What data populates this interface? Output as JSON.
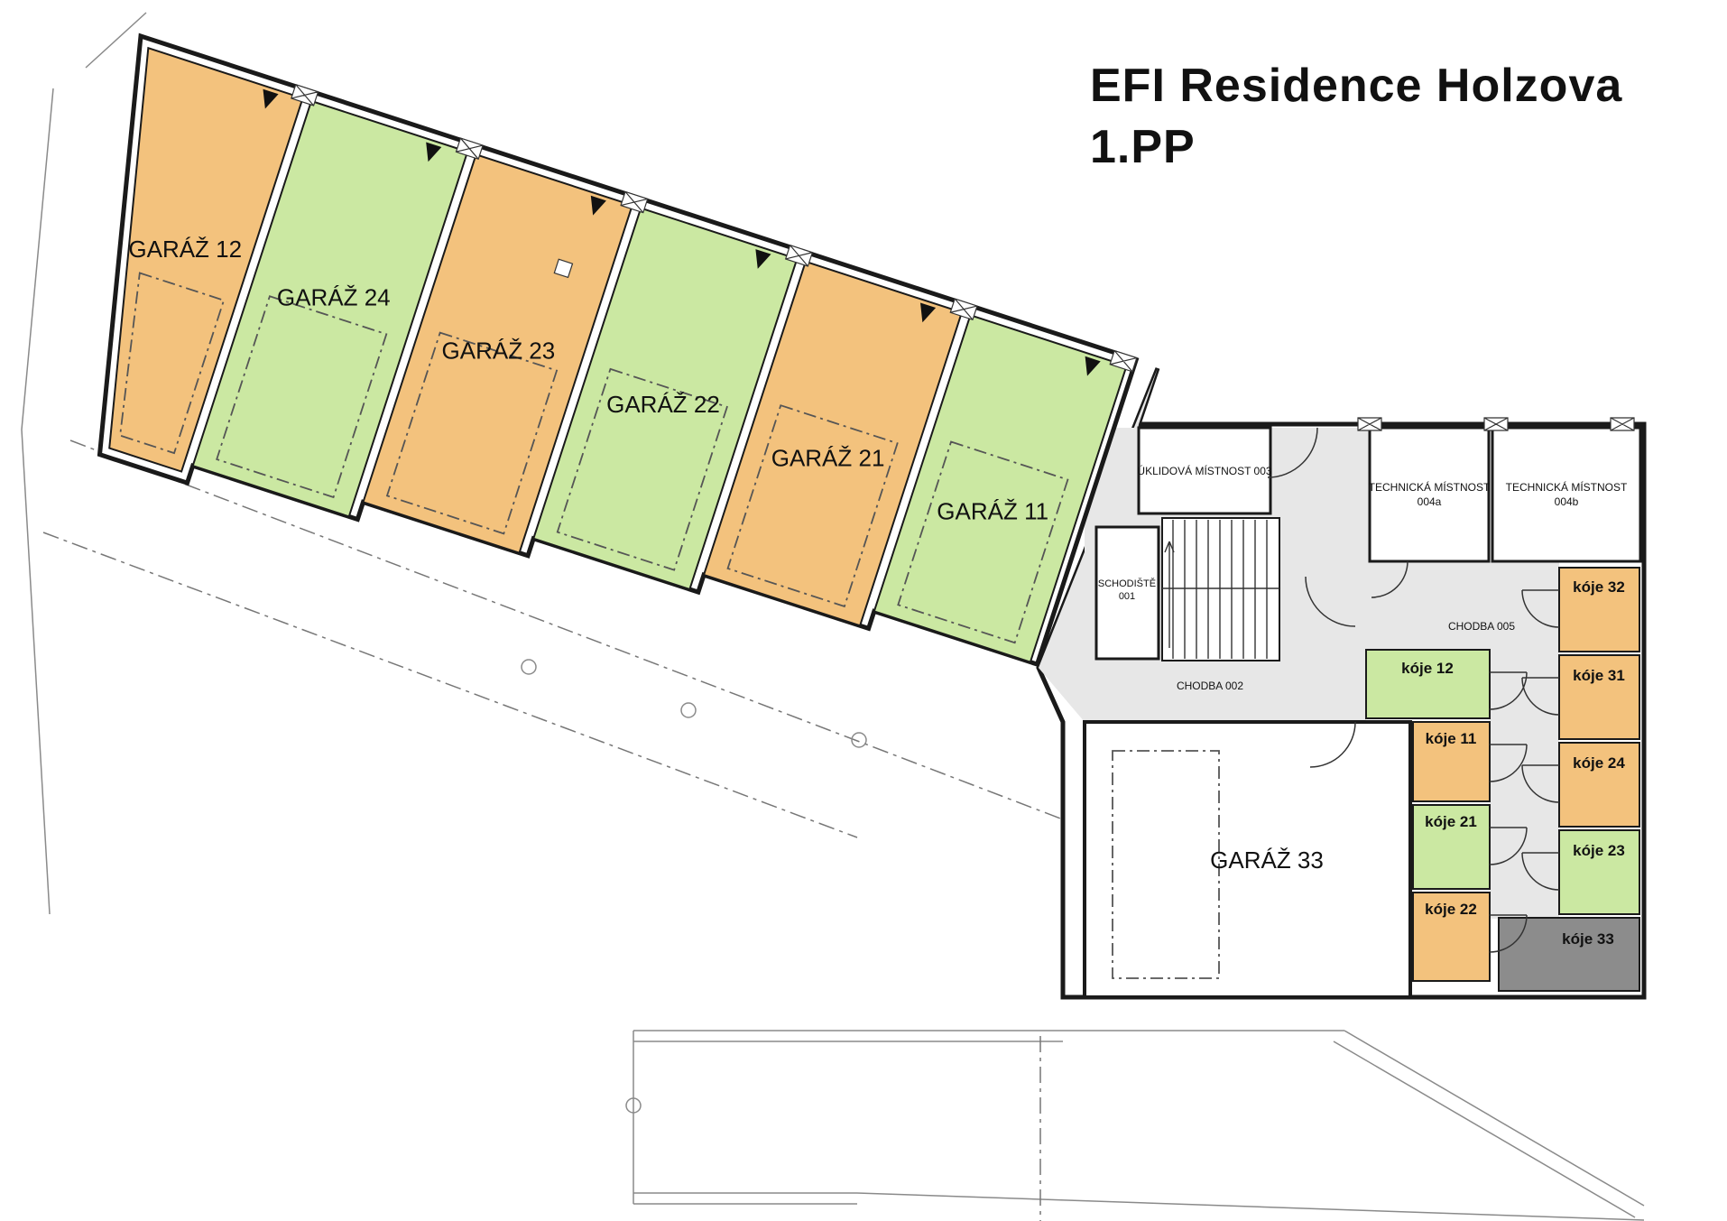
{
  "title": {
    "line1": "EFI Residence Holzova",
    "line2": "1.PP"
  },
  "colors": {
    "orange": "#f3c27d",
    "green": "#cbe8a2",
    "koje_gray": "#8c8c8c",
    "corridor": "#e7e7e7"
  },
  "garages": [
    {
      "label": "GARÁŽ 12",
      "color": "#f3c27d"
    },
    {
      "label": "GARÁŽ 24",
      "color": "#cbe8a2"
    },
    {
      "label": "GARÁŽ 23",
      "color": "#f3c27d"
    },
    {
      "label": "GARÁŽ 22",
      "color": "#cbe8a2"
    },
    {
      "label": "GARÁŽ 21",
      "color": "#f3c27d"
    },
    {
      "label": "GARÁŽ 11",
      "color": "#cbe8a2"
    }
  ],
  "garage33": {
    "label": "GARÁŽ  33"
  },
  "rooms": {
    "uklidova": {
      "label": "ÚKLIDOVÁ MÍSTNOST 003"
    },
    "technicka_a": {
      "line1": "TECHNICKÁ MÍSTNOST",
      "line2": "004a"
    },
    "technicka_b": {
      "line1": "TECHNICKÁ MÍSTNOST",
      "line2": "004b"
    },
    "schodiste": {
      "line1": "SCHODIŠTĚ",
      "line2": "001"
    },
    "chodba_002": {
      "label": "CHODBA 002"
    },
    "chodba_005": {
      "label": "CHODBA 005"
    }
  },
  "koje": [
    {
      "label": "kóje 12",
      "color": "#cbe8a2"
    },
    {
      "label": "kóje 11",
      "color": "#f3c27d"
    },
    {
      "label": "kóje 21",
      "color": "#cbe8a2"
    },
    {
      "label": "kóje 22",
      "color": "#f3c27d"
    },
    {
      "label": "kóje 32",
      "color": "#f3c27d"
    },
    {
      "label": "kóje 31",
      "color": "#f3c27d"
    },
    {
      "label": "kóje 24",
      "color": "#f3c27d"
    },
    {
      "label": "kóje 23",
      "color": "#cbe8a2"
    },
    {
      "label": "kóje 33",
      "color": "#8c8c8c"
    }
  ]
}
